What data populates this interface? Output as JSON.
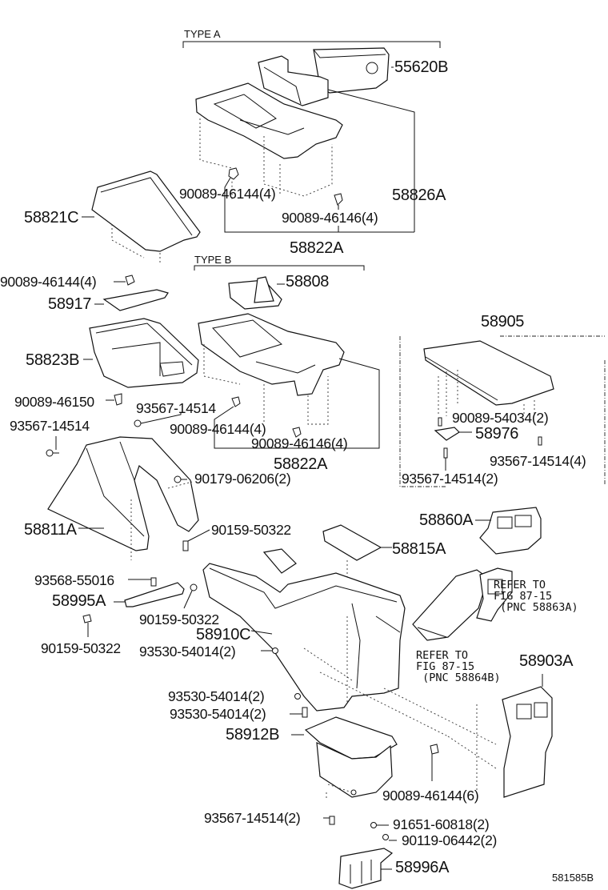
{
  "diagram": {
    "figure_code": "581585B",
    "groups": {
      "type_a": "TYPE A",
      "type_b": "TYPE B"
    },
    "parts": {
      "p55620B": "55620B",
      "p58826A": "58826A",
      "p58821C": "58821C",
      "p90089_46144_a": "90089-46144(4)",
      "p90089_46146_a": "90089-46146(4)",
      "p58822A_a": "58822A",
      "p90089_46144_b": "90089-46144(4)",
      "p58917": "58917",
      "p58808": "58808",
      "p58823B": "58823B",
      "p58905": "58905",
      "p90089_46150": "90089-46150",
      "p93567_14514_a": "93567-14514",
      "p93567_14514_b": "93567-14514",
      "p90089_46144_c": "90089-46144(4)",
      "p90089_46146_b": "90089-46146(4)",
      "p58822A_b": "58822A",
      "p90089_54034": "90089-54034(2)",
      "p58976": "58976",
      "p93567_14514_4": "93567-14514(4)",
      "p93567_14514_2a": "93567-14514(2)",
      "p90179_06206": "90179-06206(2)",
      "p58811A": "58811A",
      "p90159_50322_a": "90159-50322",
      "p58860A": "58860A",
      "p58815A": "58815A",
      "p93568_55016": "93568-55016",
      "p58995A": "58995A",
      "p90159_50322_b": "90159-50322",
      "p90159_50322_c": "90159-50322",
      "p58910C": "58910C",
      "p93530_54014_a": "93530-54014(2)",
      "p93530_54014_b": "93530-54014(2)",
      "p93530_54014_c": "93530-54014(2)",
      "p58912B": "58912B",
      "p58903A": "58903A",
      "p90089_46144_6": "90089-46144(6)",
      "p93567_14514_2b": "93567-14514(2)",
      "p91651_60818": "91651-60818(2)",
      "p90119_06442": "90119-06442(2)",
      "p58996A": "58996A"
    },
    "references": {
      "ref_58863A": "REFER TO\nFIG 87-15\n (PNC 58863A)",
      "ref_58864B": "REFER TO\nFIG 87-15\n (PNC 58864B)"
    }
  }
}
